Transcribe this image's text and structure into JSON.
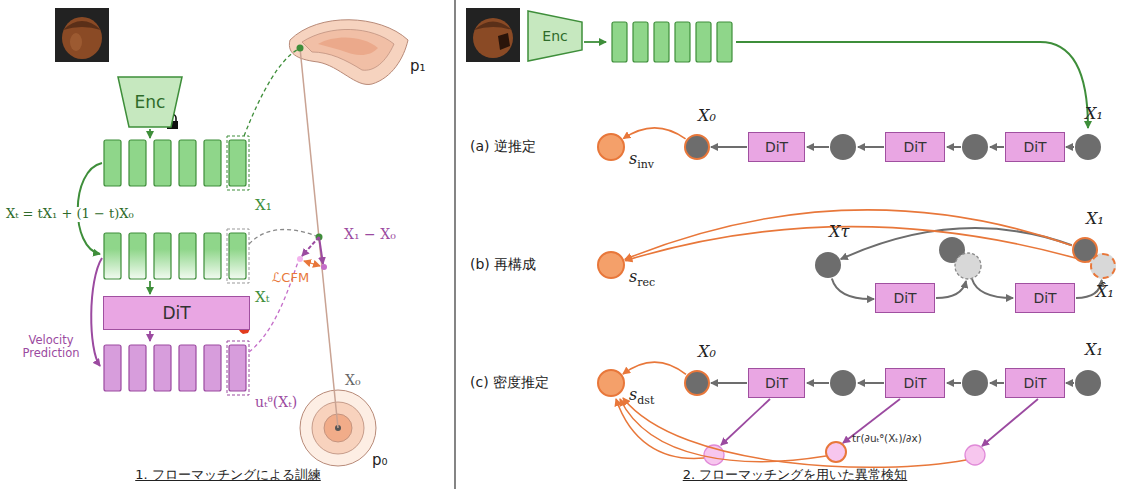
{
  "diagram": {
    "nodes": [
      {
        "text": [
          "Enc"
        ]
      },
      {
        "text": [
          "DiT"
        ]
      },
      {
        "text": [
          "Enc"
        ]
      },
      {
        "text": [
          "s",
          "inv"
        ]
      },
      {
        "text": [
          "X₀"
        ]
      },
      {
        "text": [
          "DiT"
        ]
      },
      {
        "text": [
          "DiT"
        ]
      },
      {
        "text": [
          "DiT"
        ]
      },
      {
        "text": [
          "X₁"
        ]
      },
      {
        "text": [
          "s",
          "rec"
        ]
      },
      {
        "text": [
          "Xτ"
        ]
      },
      {
        "text": [
          "DiT"
        ]
      },
      {
        "text": [
          "DiT"
        ]
      },
      {
        "text": [
          "X₁"
        ]
      },
      {
        "text": [
          "X̂₁"
        ]
      },
      {
        "text": [
          "s",
          "dst"
        ]
      },
      {
        "text": [
          "X₀"
        ]
      },
      {
        "text": [
          "DiT"
        ]
      },
      {
        "text": [
          "DiT"
        ]
      },
      {
        "text": [
          "DiT"
        ]
      },
      {
        "text": [
          "X₁"
        ]
      }
    ],
    "edges": [
      {
        "from": 8,
        "to": 7,
        "arrow": "to"
      },
      {
        "from": 5,
        "to": 4,
        "arrow": "to"
      },
      {
        "from": 4,
        "to": 3,
        "arrow": "to"
      },
      {
        "from": 13,
        "to": 10,
        "arrow": "to"
      },
      {
        "from": 10,
        "to": 11,
        "arrow": "to"
      },
      {
        "from": 12,
        "to": 14,
        "arrow": "to"
      },
      {
        "from": 13,
        "to": 9,
        "arrow": "to"
      },
      {
        "from": 14,
        "to": 9,
        "arrow": "to"
      },
      {
        "from": 20,
        "to": 19,
        "arrow": "to"
      },
      {
        "from": 17,
        "to": 16,
        "arrow": "to"
      },
      {
        "from": 16,
        "to": 15,
        "arrow": "to"
      }
    ],
    "labels": [
      "Xₜ = tX₁ + (1 − t)X₀",
      "X₁",
      "Xₜ",
      "Velocity Prediction",
      "uₜᶿ(Xₜ)",
      "p₁",
      "X₁ − X₀",
      "ℒCFM",
      "X₀",
      "p₀",
      "1. フローマッチングによる訓練",
      "(a) 逆推定",
      "(b) 再構成",
      "(c) 密度推定",
      "tr(∂uₜᶿ(Xₜ)/∂x)",
      "2. フローマッチングを用いた異常検知"
    ]
  }
}
